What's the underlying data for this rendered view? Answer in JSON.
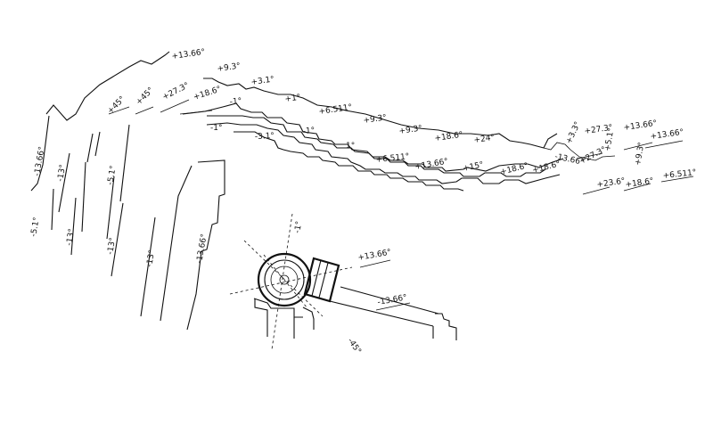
{
  "angles": [
    "+13.66°",
    "+9.3°",
    "+3.1°",
    "+1°",
    "+6.511°",
    "+9.3°",
    "+9.3°",
    "+18.6°",
    "+24°",
    "-13.66°",
    "+27.3°",
    "+13.66°",
    "+13.66°",
    "+45°",
    "+45°",
    "+27.3°",
    "+18.6°",
    "-1°",
    "-1°",
    "-1°",
    "-3.1°",
    "1°",
    "+6.511°",
    "+13.66°",
    "+15°",
    "+18.6°",
    "+18.6°",
    "+3.3°",
    "+27.3°",
    "+5.1°",
    "+9.3°",
    "+23.6°",
    "+18.6°",
    "+6.511°",
    "-13.66°",
    "-13°",
    "-5.1°",
    "-5.1°",
    "-13°",
    "-13°",
    "-13°",
    "-13.66°",
    "+13.66°",
    "-1°",
    "-13.66°",
    "-45°"
  ],
  "colors": {
    "ink": "#111111",
    "paper": "#ffffff"
  }
}
